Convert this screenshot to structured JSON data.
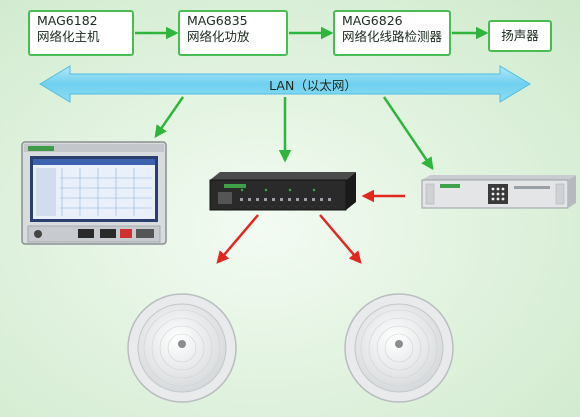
{
  "nodes": [
    {
      "model": "MAG6182",
      "desc": "网络化主机"
    },
    {
      "model": "MAG6835",
      "desc": "网络化功放"
    },
    {
      "model": "MAG6826",
      "desc": "网络化线路检测器"
    },
    {
      "label": "扬声器"
    }
  ],
  "lan": {
    "label": "LAN（以太网）"
  },
  "colors": {
    "box_border": "#49bd54",
    "flow_arrow": "#2fb53c",
    "lan_bar": "#7fd6f1",
    "lan_arrow": "#5fc8ea",
    "signal_arrow": "#e02820",
    "background": "#dff1dd"
  },
  "devices": [
    {
      "name": "MAG6182 host console"
    },
    {
      "name": "MAG6835 network amplifier"
    },
    {
      "name": "MAG6826 line detector"
    },
    {
      "name": "ceiling speaker"
    },
    {
      "name": "ceiling speaker"
    }
  ]
}
